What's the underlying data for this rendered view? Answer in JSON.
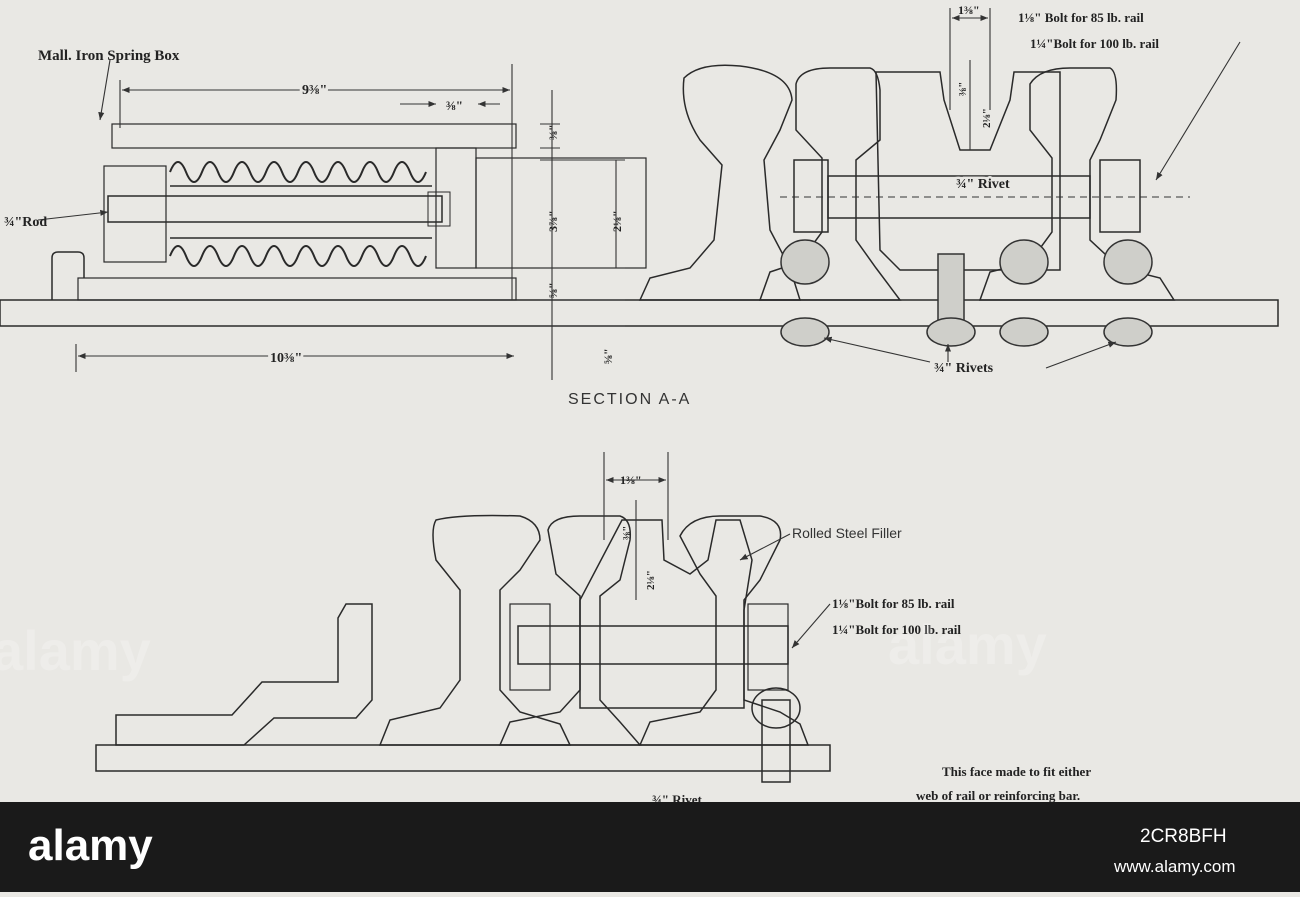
{
  "section_a": {
    "spring_box_label": "Mall. Iron Spring Box",
    "rod_label": "¾\"Rod",
    "dim_length_top": "9⅜\"",
    "dim_small_top": "⅜\"",
    "dim_length_bottom": "10⅜\"",
    "dim_width_top": "1⅜\"",
    "dim_v_top_a": "⅜\"",
    "dim_v_top_b": "2⅛\"",
    "dim_v_mid_a": "3⅞\"",
    "dim_v_mid_b": "2⅛\"",
    "dim_v_low": "⅝\"",
    "dim_v_plate": "⅝\"",
    "bolt_label_85": "1⅛\" Bolt for 85 lb. rail",
    "bolt_label_100": "1¼\"Bolt for 100 lb. rail",
    "rivet_center_label": "¾\" Rivet",
    "rivets_label": "¾\" Rivets",
    "section_title": "SECTION A-A"
  },
  "section_b": {
    "dim_width_top": "1⅜\"",
    "dim_v_a": "⅜\"",
    "dim_v_b": "2⅛\"",
    "filler_label": "Rolled Steel Filler",
    "bolt_label_85": "1⅛\"Bolt for 85 lb. rail",
    "bolt_label_100": "1¼\"Bolt for 100 lb. rail",
    "rivet_label": "¾\" Rivet",
    "face_note_line1": "This face made to fit either",
    "face_note_line2": "web of rail or reinforcing bar."
  },
  "watermark": {
    "text": "alamy",
    "footer_logo": "alamy",
    "image_id": "2CR8BFH",
    "footer_url": "www.alamy.com"
  }
}
